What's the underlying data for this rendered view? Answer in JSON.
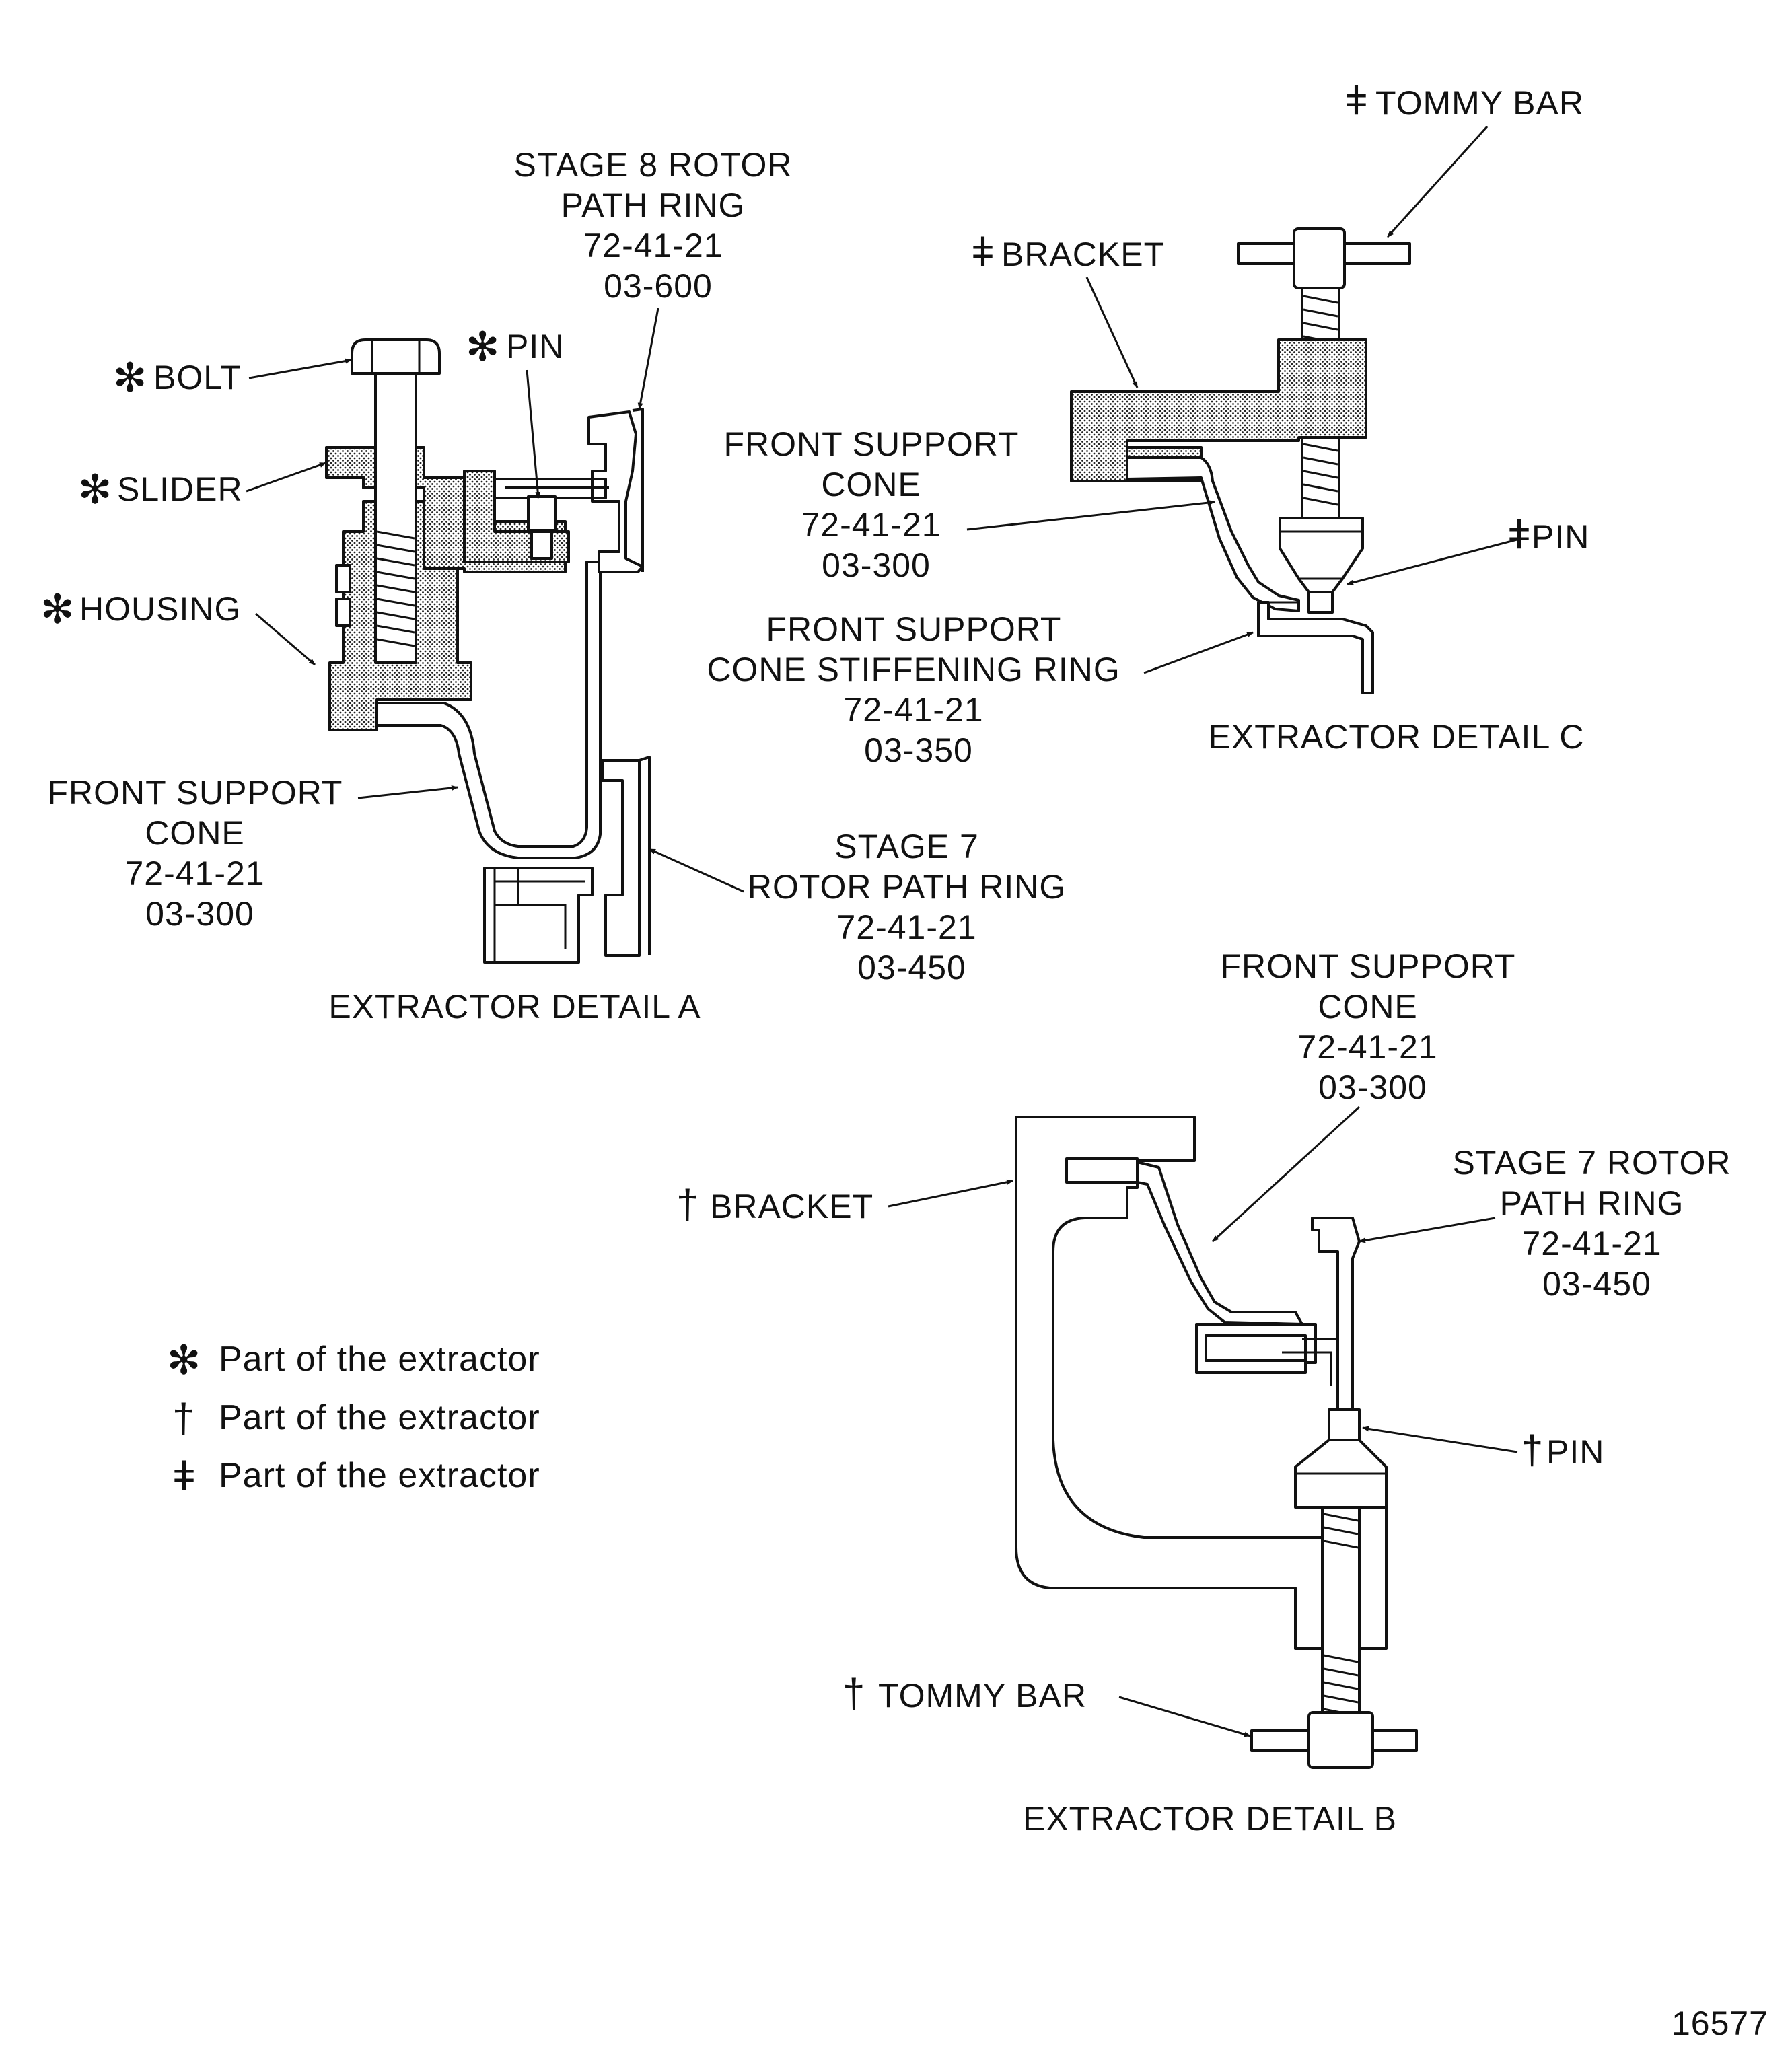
{
  "detail_a": {
    "caption": "EXTRACTOR DETAIL A",
    "bolt": {
      "symbol": "✻",
      "label": "BOLT"
    },
    "slider": {
      "symbol": "✻",
      "label": "SLIDER"
    },
    "housing": {
      "symbol": "✻",
      "label": "HOUSING"
    },
    "pin": {
      "symbol": "✻",
      "label": "PIN"
    },
    "stage8": {
      "lines": [
        "STAGE 8 ROTOR",
        "PATH RING",
        "72-41-21",
        "03-600"
      ]
    },
    "cone": {
      "lines": [
        "FRONT SUPPORT",
        "CONE",
        "72-41-21",
        "03-300"
      ]
    },
    "stage7": {
      "lines": [
        "STAGE 7",
        "ROTOR PATH RING",
        "72-41-21",
        "03-450"
      ]
    }
  },
  "detail_b": {
    "caption": "EXTRACTOR DETAIL B",
    "bracket": {
      "symbol": "†",
      "label": "BRACKET"
    },
    "pin": {
      "symbol": "†",
      "label": "PIN"
    },
    "tommy_bar": {
      "symbol": "†",
      "label": "TOMMY BAR"
    },
    "cone": {
      "lines": [
        "FRONT SUPPORT",
        "CONE",
        "72-41-21",
        "03-300"
      ]
    },
    "stage7": {
      "lines": [
        "STAGE 7 ROTOR",
        "PATH RING",
        "72-41-21",
        "03-450"
      ]
    }
  },
  "detail_c": {
    "caption": "EXTRACTOR DETAIL C",
    "tommy_bar": {
      "symbol": "ǂ",
      "label": "TOMMY BAR"
    },
    "bracket": {
      "symbol": "ǂ",
      "label": "BRACKET"
    },
    "pin": {
      "symbol": "ǂ",
      "label": "PIN"
    },
    "cone": {
      "lines": [
        "FRONT SUPPORT",
        "CONE",
        "72-41-21",
        "03-300"
      ]
    },
    "stiffening_ring": {
      "lines": [
        "FRONT SUPPORT",
        "CONE STIFFENING RING",
        "72-41-21",
        "03-350"
      ]
    }
  },
  "legend": [
    {
      "symbol": "✻",
      "text": "Part of the extractor"
    },
    {
      "symbol": "†",
      "text": "Part of the extractor"
    },
    {
      "symbol": "ǂ",
      "text": "Part of the extractor"
    }
  ],
  "figure_number": "16577"
}
